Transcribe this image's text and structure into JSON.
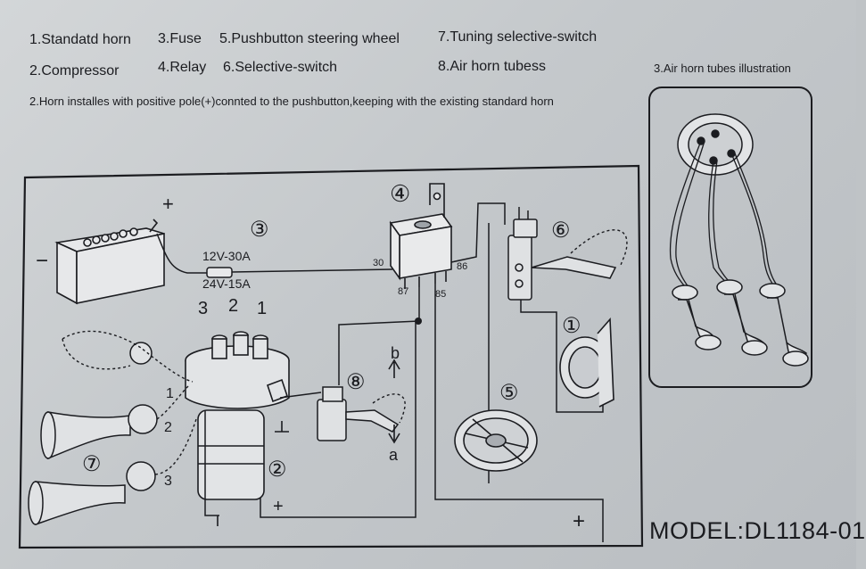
{
  "legend": {
    "item1": "1.Standatd horn",
    "item2": "2.Compressor",
    "item3": "3.Fuse",
    "item4": "4.Relay",
    "item5": "5.Pushbutton steering wheel",
    "item6": "6.Selective-switch",
    "item7": "7.Tuning selective-switch",
    "item8": "8.Air horn tubess"
  },
  "note": "2.Horn installes with positive pole(+)connted to the pushbutton,keeping with the existing standard horn",
  "tubes_title": "3.Air horn tubes illustration",
  "model": "MODEL:DL1184-01",
  "diagram": {
    "battery_plus": "+",
    "battery_minus": "−",
    "fuse_line1": "12V-30A",
    "fuse_line2": "24V-15A",
    "relay_pins": [
      "30",
      "86",
      "87",
      "85"
    ],
    "numbers": [
      "①",
      "②",
      "③",
      "④",
      "⑤",
      "⑥",
      "⑦",
      "⑧"
    ],
    "compressor_ports": [
      "3",
      "2",
      "1"
    ],
    "horn_ports": [
      "1",
      "2",
      "3"
    ],
    "switch_b": "b",
    "switch_a": "a",
    "compressor_plus": "+",
    "bottom_plus": "+"
  }
}
